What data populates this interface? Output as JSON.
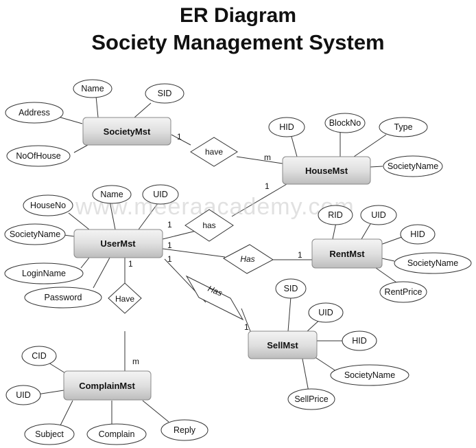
{
  "title_line1": "ER Diagram",
  "title_line2": "Society Management System",
  "watermark": "www.meeraacademy.com",
  "entities": {
    "society": "SocietyMst",
    "house": "HouseMst",
    "user": "UserMst",
    "rent": "RentMst",
    "sell": "SellMst",
    "complain": "ComplainMst"
  },
  "relationships": {
    "have1": "have",
    "has1": "has",
    "has2": "Has",
    "has3": "Has",
    "have2": "Have"
  },
  "cardinalities": {
    "society_have": "1",
    "have_house": "m",
    "house_has": "1",
    "user_has": "1",
    "user_rent": "1",
    "rent_has": "1",
    "user_sell": "1",
    "sell_has": "1",
    "user_have": "1",
    "have_complain": "m"
  },
  "attributes": {
    "society_name": "Name",
    "society_sid": "SID",
    "society_address": "Address",
    "society_noofhouse": "NoOfHouse",
    "house_hid": "HID",
    "house_blockno": "BlockNo",
    "house_type": "Type",
    "house_societyname": "SocietyName",
    "user_houseno": "HouseNo",
    "user_name": "Name",
    "user_uid": "UID",
    "user_societyname": "SocietyName",
    "user_loginname": "LoginName",
    "user_password": "Password",
    "rent_rid": "RID",
    "rent_uid": "UID",
    "rent_hid": "HID",
    "rent_societyname": "SocietyName",
    "rent_rentprice": "RentPrice",
    "sell_sid": "SID",
    "sell_uid": "UID",
    "sell_hid": "HID",
    "sell_societyname": "SocietyName",
    "sell_sellprice": "SellPrice",
    "complain_cid": "CID",
    "complain_uid": "UID",
    "complain_subject": "Subject",
    "complain_complain": "Complain",
    "complain_reply": "Reply"
  }
}
